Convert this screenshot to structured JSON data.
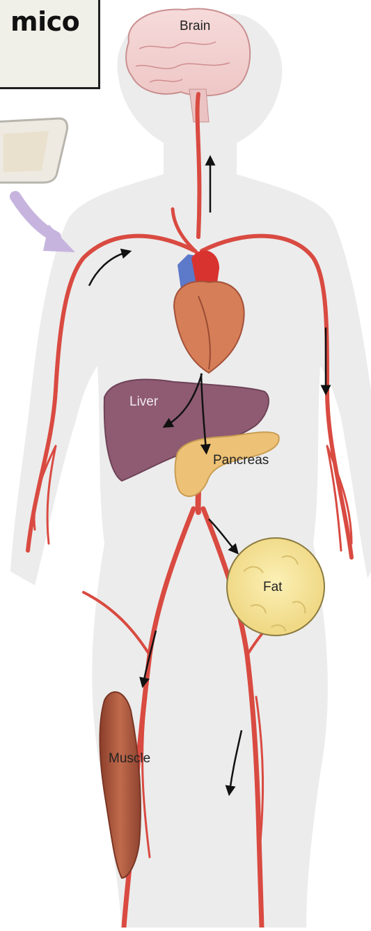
{
  "title_fragment": "mico",
  "labels": {
    "brain": "Brain",
    "liver": "Liver",
    "pancreas": "Pancreas",
    "fat": "Fat",
    "muscle": "Muscle"
  },
  "colors": {
    "vessel": "#d94a41",
    "body": "#ececec",
    "liver": "#8e5b73",
    "pancreas": "#edc276",
    "fat": "#f5e596",
    "muscle": "#a9563c",
    "injection_arrow": "#c7b4de"
  }
}
